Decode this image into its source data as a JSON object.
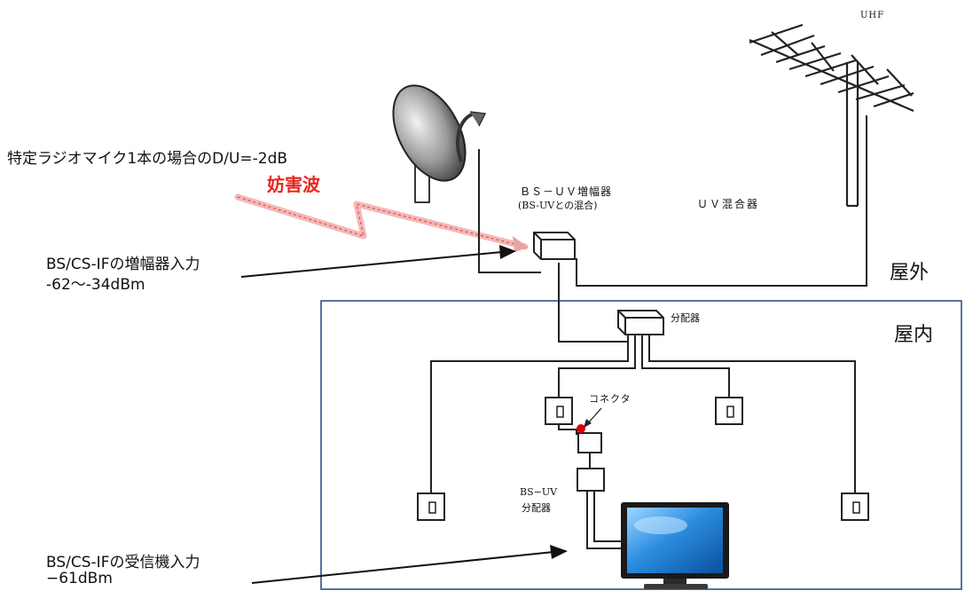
{
  "labels": {
    "uhf": "UHF",
    "dui_note": "特定ラジオマイク1本の場合のD/U=-2dB",
    "interference": "妨害波",
    "bs_uv_amp_line1": "ＢＳ－ＵＶ増幅器",
    "bs_uv_amp_line2": "(BS-UVとの混合)",
    "uv_mixer": "ＵＶ混合器",
    "outdoor": "屋外",
    "indoor": "屋内",
    "splitter": "分配器",
    "connector": "コネクタ",
    "bsuv_splitter_line1": "BS−UV",
    "bsuv_splitter_line2": "分配器",
    "amp_input_line1": "BS/CS-IFの増幅器入力",
    "amp_input_line2": "-62～-34dBm",
    "receiver_input_line1": "BS/CS-IFの受信機入力",
    "receiver_input_line2": "−61dBm"
  },
  "colors": {
    "interference_text": "#e8251f",
    "indoor_border": "#2f4f86",
    "connector_dot": "#e00000",
    "tv_screen": "#1f7ad0"
  }
}
